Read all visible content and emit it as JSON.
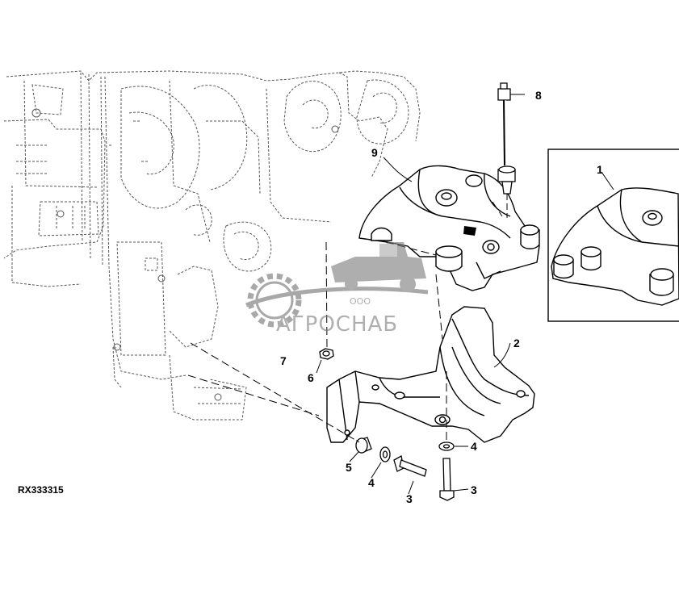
{
  "diagram": {
    "reference_id": "RX333315",
    "callouts": [
      "1",
      "2",
      "3",
      "3",
      "4",
      "4",
      "5",
      "6",
      "7",
      "8",
      "9"
    ]
  },
  "watermark": {
    "prefix": "ООО",
    "brand": "АГРОСНАБ"
  }
}
